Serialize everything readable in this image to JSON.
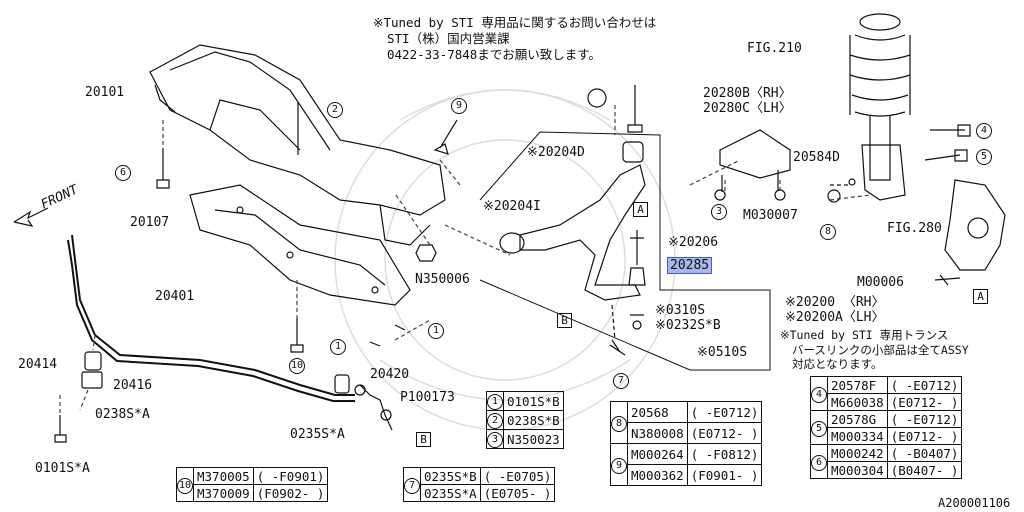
{
  "notice": [
    "※Tuned by STI 専用品に関するお問い合わせは",
    "STI（株）国内営業課",
    "0422-33-7848までお願い致します。"
  ],
  "front_label": "FRONT",
  "labels": {
    "crossmember": "20101",
    "support_plate": "20107",
    "stabilizer": "20401",
    "bushing": "20414",
    "clamp": "20416",
    "link": "20420",
    "nut_p": "P100173",
    "bolt_0235": "0235S*A",
    "washer_0238": "0238S*A",
    "bolt_0101": "0101S*A",
    "nut_n": "N350006",
    "arm_front_bush": "※20204D",
    "arm_rear_bush": "※20204I",
    "ball_joint_nut": "※20206",
    "ball_joint_cover": "20285",
    "cotter": "※0310S",
    "nut_0232": "※0232S*B",
    "bolt_0510": "※0510S",
    "arm_rh": "※20200 〈RH〉",
    "arm_lh": "※20200A〈LH〉",
    "arm_note_1": "※Tuned by STI 専用トランス",
    "arm_note_2": "バースリンクの小部品は全てASSY",
    "arm_note_3": "対応となります。",
    "mount_rh": "20280B〈RH〉",
    "mount_lh": "20280C〈LH〉",
    "mount_bolt": "M030007",
    "strut": "FIG.210",
    "strut_bolt": "20584D",
    "knuckle": "FIG.280",
    "knuckle_bolt": "M00006",
    "drawing_no": "A200001106"
  },
  "callouts": {
    "c1": "1",
    "c2": "2",
    "c3": "3",
    "c4": "4",
    "c5": "5",
    "c6": "6",
    "c7": "7",
    "c8": "8",
    "c9": "9",
    "boxA": "A",
    "boxB": "B"
  },
  "table_123": [
    {
      "num": "1",
      "part": "0101S*B"
    },
    {
      "num": "2",
      "part": "0238S*B"
    },
    {
      "num": "3",
      "part": "N350023"
    }
  ],
  "table_10": {
    "num": "10",
    "rows": [
      {
        "part": "M370005",
        "range": "( -F0901)"
      },
      {
        "part": "M370009",
        "range": "(F0902- )"
      }
    ]
  },
  "table_7": {
    "num": "7",
    "rows": [
      {
        "part": "0235S*B",
        "range": "( -E0705)"
      },
      {
        "part": "0235S*A",
        "range": "(E0705- )"
      }
    ]
  },
  "table_89": [
    {
      "num": "8",
      "rows": [
        {
          "part": "20568",
          "range": "( -E0712)"
        },
        {
          "part": "N380008",
          "range": "(E0712- )"
        }
      ]
    },
    {
      "num": "9",
      "rows": [
        {
          "part": "M000264",
          "range": "( -F0812)"
        },
        {
          "part": "M000362",
          "range": "(F0901- )"
        }
      ]
    }
  ],
  "table_456": [
    {
      "num": "4",
      "rows": [
        {
          "part": "20578F",
          "range": "( -E0712)"
        },
        {
          "part": "M660038",
          "range": "(E0712- )"
        }
      ]
    },
    {
      "num": "5",
      "rows": [
        {
          "part": "20578G",
          "range": "( -E0712)"
        },
        {
          "part": "M000334",
          "range": "(E0712- )"
        }
      ]
    },
    {
      "num": "6",
      "rows": [
        {
          "part": "M000242",
          "range": "( -B0407)"
        },
        {
          "part": "M000304",
          "range": "(B0407- )"
        }
      ]
    }
  ]
}
